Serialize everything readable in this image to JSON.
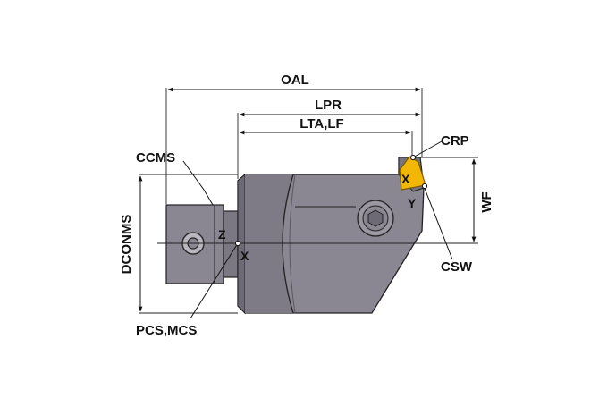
{
  "labels": {
    "oal": "OAL",
    "lpr": "LPR",
    "lta_lf": "LTA,LF",
    "crp": "CRP",
    "ccms": "CCMS",
    "wf": "WF",
    "dconms": "DCONMS",
    "csw": "CSW",
    "pcs_mcs": "PCS,MCS",
    "axis_x_tip": "X",
    "axis_y_tip": "Y",
    "axis_z_body": "Z",
    "axis_x_body": "X"
  },
  "colors": {
    "body_fill": "#8a8792",
    "body_dark": "#6d6a76",
    "body_light": "#a3a0aa",
    "insert": "#f2b705",
    "line": "#111111",
    "text": "#111111"
  }
}
